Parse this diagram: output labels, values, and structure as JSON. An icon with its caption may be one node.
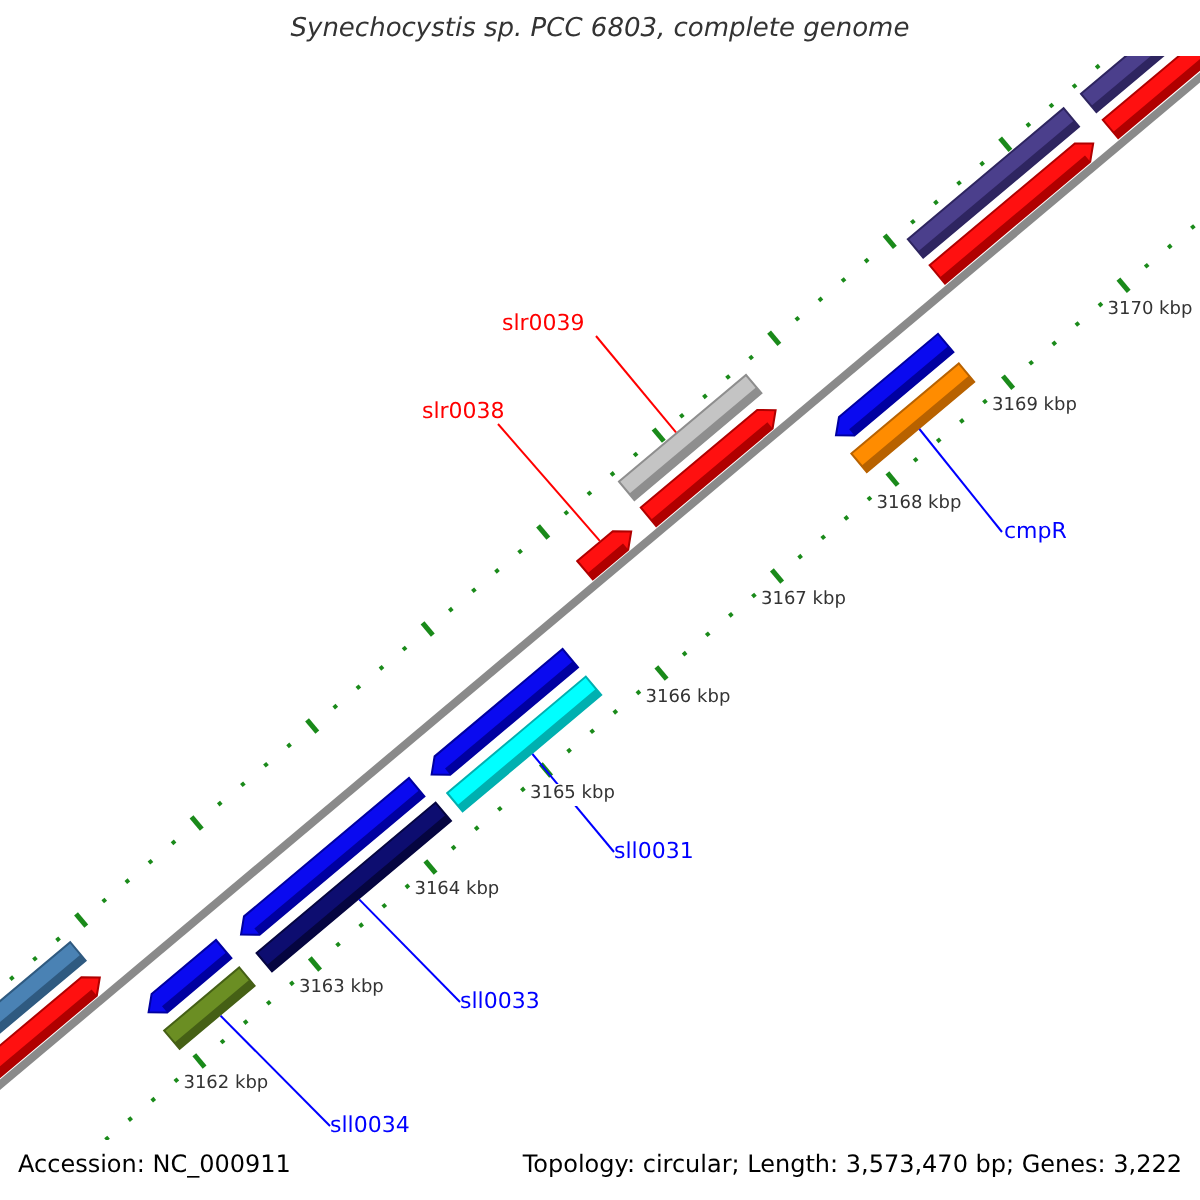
{
  "diagram": {
    "title": "Synechocystis sp. PCC 6803, complete genome",
    "nodes": [
      {
        "text": [
          "slr0039"
        ]
      },
      {
        "text": [],
        "shape": "bar"
      },
      {
        "text": [
          "slr0038"
        ]
      },
      {
        "text": [],
        "shape": "bar"
      },
      {
        "text": [
          "cmpR"
        ]
      },
      {
        "text": [],
        "shape": "bar"
      },
      {
        "text": [
          "sll0031"
        ]
      },
      {
        "text": [],
        "shape": "bar"
      },
      {
        "text": [
          "sll0033"
        ]
      },
      {
        "text": [],
        "shape": "bar"
      },
      {
        "text": [
          "sll0034"
        ]
      },
      {
        "text": [],
        "shape": "bar"
      }
    ],
    "edges": [
      {
        "from": 0,
        "to": 1,
        "arrow": "none",
        "color": "#ff0000"
      },
      {
        "from": 2,
        "to": 3,
        "arrow": "none",
        "color": "#ff0000"
      },
      {
        "from": 4,
        "to": 5,
        "arrow": "none"
      },
      {
        "from": 6,
        "to": 7,
        "arrow": "none"
      },
      {
        "from": 8,
        "to": 9,
        "arrow": "none"
      },
      {
        "from": 10,
        "to": 11,
        "arrow": "none"
      }
    ],
    "labels": [
      "3170 kbp",
      "3169 kbp",
      "3168 kbp",
      "3167 kbp",
      "3166 kbp",
      "3165 kbp",
      "3164 kbp",
      "3163 kbp",
      "3162 kbp",
      "Accession: NC_000911",
      "Topology: circular; Length: 3,573,470 bp; Genes: 3,222"
    ]
  }
}
